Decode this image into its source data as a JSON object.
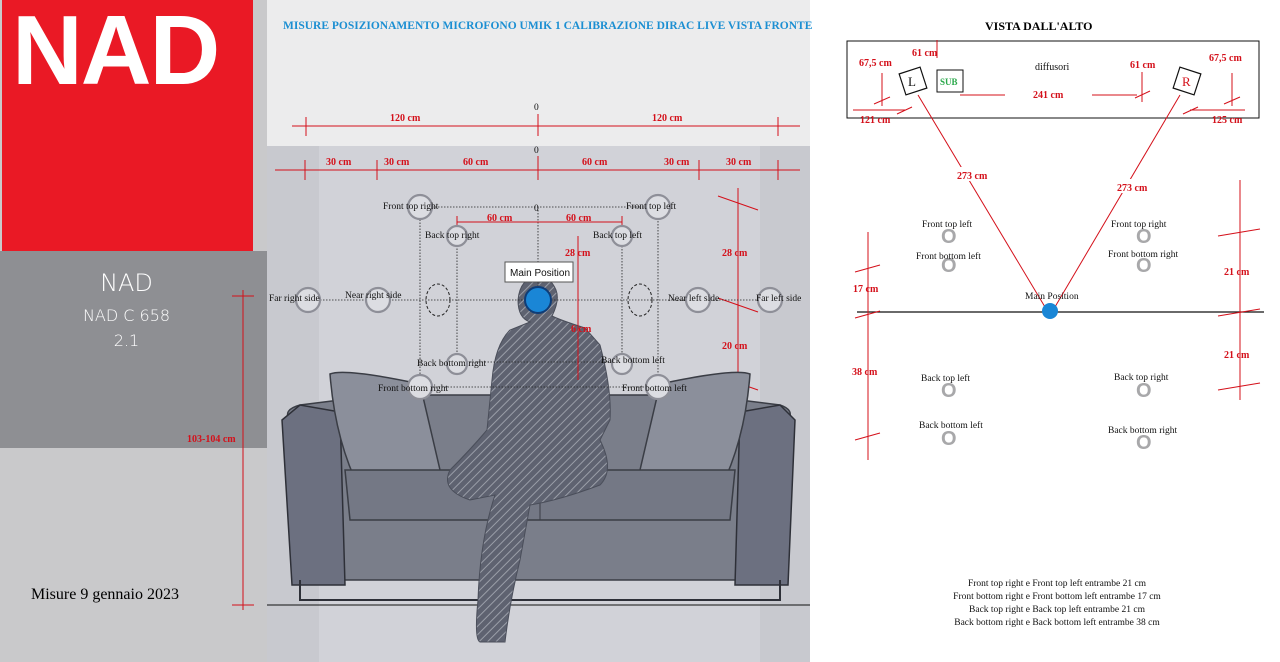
{
  "brand": {
    "logo": "NAD",
    "name": "NAD",
    "model": "NAD C 658",
    "config": "2.1"
  },
  "date": "Misure 9 gennaio 2023",
  "height_label": "103-104 cm",
  "front": {
    "title": "MISURE POSIZIONAMENTO MICROFONO UMIK 1  CALIBRAZIONE  DIRAC LIVE     VISTA FRONTE",
    "zero": "0",
    "top_dims": [
      "120 cm",
      "120 cm"
    ],
    "second_dims": [
      "30 cm",
      "30 cm",
      "60 cm",
      "60 cm",
      "30 cm",
      "30 cm"
    ],
    "inner_dims": [
      "60 cm",
      "60 cm"
    ],
    "right_dims": [
      "28 cm",
      "20 cm"
    ],
    "inner_vertical": [
      "28 cm",
      "6 cm"
    ],
    "mic_labels": {
      "front_top_right": "Front top right",
      "front_top_left": "Front top left",
      "back_top_right": "Back top right",
      "back_top_left": "Back top left",
      "main": "Main Position",
      "far_right": "Far right side",
      "near_right": "Near right side",
      "near_left": "Near left side",
      "far_left": "Far left side",
      "back_bottom_right": "Back bottom right",
      "back_bottom_left": "Back bottom left",
      "front_bottom_right": "Front bottom right",
      "front_bottom_left": "Front bottom left"
    }
  },
  "top": {
    "title": "VISTA DALL'ALTO",
    "speakers": {
      "left": "L",
      "right": "R",
      "sub": "SUB",
      "label": "diffusori"
    },
    "dims": {
      "left_wall": "67,5 cm",
      "right_wall": "67,5 cm",
      "left_61": "61 cm",
      "right_61": "61 cm",
      "between": "241 cm",
      "left_bottom": "121 cm",
      "right_bottom": "125 cm",
      "left_diag": "273 cm",
      "right_diag": "273 cm",
      "left_17": "17 cm",
      "left_38": "38 cm",
      "right_21a": "21 cm",
      "right_21b": "21 cm"
    },
    "mic_labels": {
      "front_top_left": "Front top left",
      "front_top_right": "Front top right",
      "front_bottom_left": "Front bottom left",
      "front_bottom_right": "Front bottom right",
      "main": "Main Position",
      "back_top_left": "Back top left",
      "back_top_right": "Back top right",
      "back_bottom_left": "Back bottom left",
      "back_bottom_right": "Back bottom right"
    },
    "marker": "O",
    "notes": [
      "Front top right e Front top left entrambe 21 cm",
      "Front bottom right e Front bottom left entrambe 17 cm",
      "Back top right e Back top left entrambe 21 cm",
      "Back bottom right e Back bottom left entrambe 38 cm"
    ]
  },
  "colors": {
    "logo_red": "#ea1925",
    "dim_red": "#d4101a",
    "title_blue": "#1c8fd2",
    "mic_blue": "#1a86d6",
    "sub_green": "#2aa84a"
  }
}
